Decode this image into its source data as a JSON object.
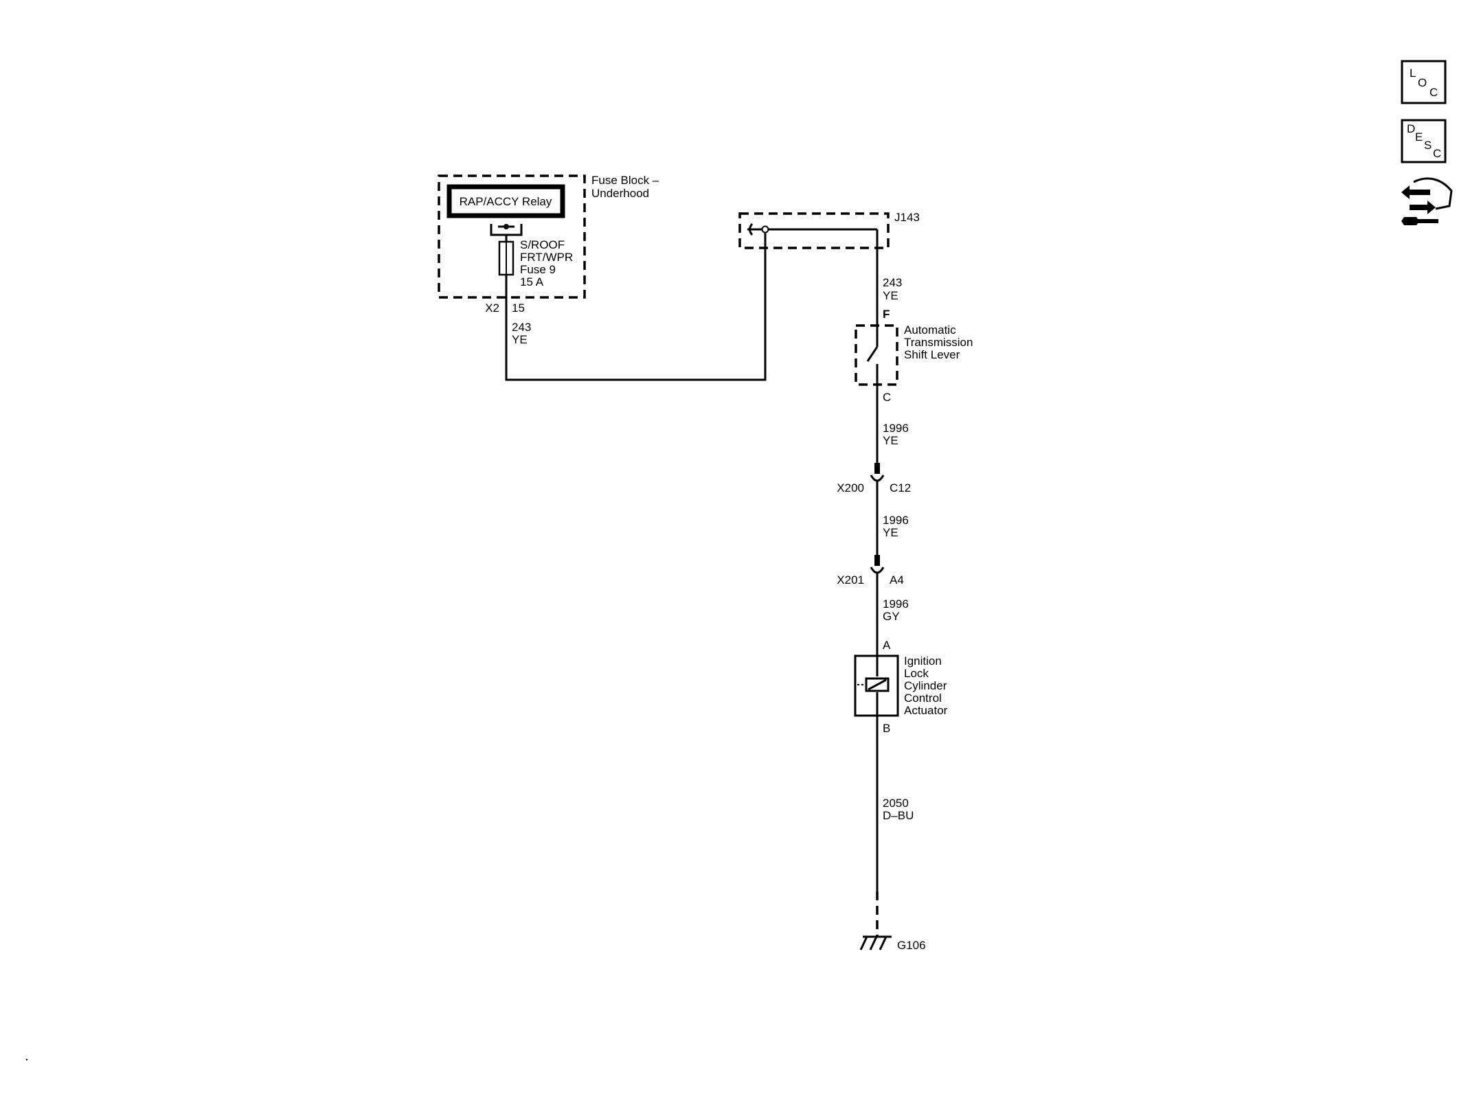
{
  "fuse_block": {
    "title_line1": "Fuse Block –",
    "title_line2": "Underhood",
    "relay_label": "RAP/ACCY Relay",
    "fuse_line1": "S/ROOF",
    "fuse_line2": "FRT/WPR",
    "fuse_line3": "Fuse 9",
    "fuse_line4": "15 A",
    "connector": "X2",
    "pin": "15"
  },
  "wires": {
    "w_fuse_out": {
      "circuit": "243",
      "color": "YE"
    },
    "w_j143_out": {
      "circuit": "243",
      "color": "YE"
    },
    "w_shift_out": {
      "circuit": "1996",
      "color": "YE"
    },
    "w_x200_out": {
      "circuit": "1996",
      "color": "YE"
    },
    "w_x201_out": {
      "circuit": "1996",
      "color": "GY"
    },
    "w_ground": {
      "circuit": "2050",
      "color": "D–BU"
    }
  },
  "splice": {
    "label": "J143"
  },
  "shift_lever": {
    "line1": "Automatic",
    "line2": "Transmission",
    "line3": "Shift Lever",
    "pin_top": "F",
    "pin_bottom": "C"
  },
  "x200": {
    "connector": "X200",
    "pin": "C12"
  },
  "x201": {
    "connector": "X201",
    "pin": "A4"
  },
  "actuator": {
    "line1": "Ignition",
    "line2": "Lock",
    "line3": "Cylinder",
    "line4": "Control",
    "line5": "Actuator",
    "pin_top": "A",
    "pin_bottom": "B"
  },
  "ground": {
    "label": "G106"
  },
  "side_buttons": {
    "loc": {
      "l1": "L",
      "l2": "O",
      "l3": "C"
    },
    "desc": {
      "l1": "D",
      "l2": "E",
      "l3": "S",
      "l4": "C"
    },
    "nav_icon": "connector-navigation-icon"
  }
}
